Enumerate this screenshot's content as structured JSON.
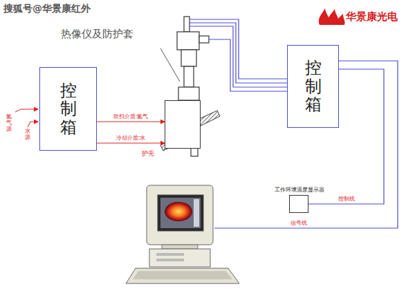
{
  "diagram": {
    "nodes": [
      {
        "text": [
          "控制箱"
        ]
      },
      {
        "text": [
          "护壳"
        ]
      },
      {
        "text": [
          "控制箱"
        ]
      },
      {
        "text": [
          "工作环境温度显示器"
        ]
      }
    ],
    "edges": [
      {
        "from": 0,
        "to": 1,
        "label": "吹扫介质:氮气",
        "arrow": "to"
      },
      {
        "from": 0,
        "to": 1,
        "label": "冷却介质:水",
        "arrow": "to"
      },
      {
        "from": 2,
        "to": 3,
        "label": "控制线",
        "arrow": "none"
      }
    ],
    "labels": [
      "搜狐号@华景康红外",
      "华景康光电",
      "热像仪及防护套",
      "氮气源",
      "水源",
      "信号线"
    ]
  }
}
